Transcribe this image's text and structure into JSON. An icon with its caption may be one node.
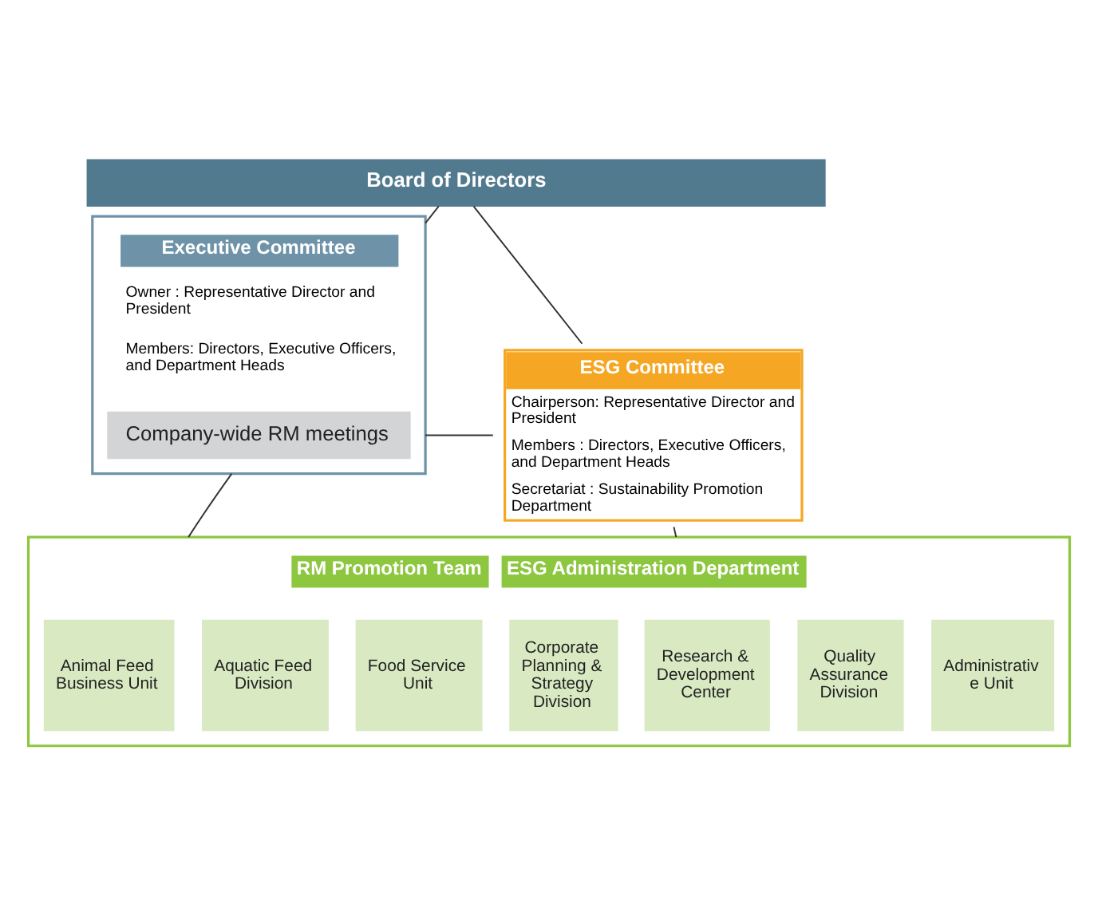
{
  "diagram": {
    "nodes": [
      {
        "text": [
          "Board of Directors"
        ]
      },
      {
        "text": [
          "Executive Committee",
          "Owner : Representative Director and President",
          "Members: Directors, Executive Officers, and Department Heads"
        ]
      },
      {
        "text": [
          "Company-wide RM meetings"
        ],
        "in": 1
      },
      {
        "text": [
          "ESG Committee",
          "Chairperson: Representative Director and President",
          "Members : Directors, Executive Officers, and Department Heads",
          "Secretariat : Sustainability Promotion Department"
        ]
      },
      {
        "text": [
          "RM Promotion Team",
          "ESG Administration Department"
        ]
      },
      {
        "text": [
          "Animal Feed Business Unit"
        ],
        "in": 4
      },
      {
        "text": [
          "Aquatic Feed Division"
        ],
        "in": 4
      },
      {
        "text": [
          "Food Service Unit"
        ],
        "in": 4
      },
      {
        "text": [
          "Corporate Planning & Strategy Division"
        ],
        "in": 4
      },
      {
        "text": [
          "Research & Development Center"
        ],
        "in": 4
      },
      {
        "text": [
          "Quality Assurance Division"
        ],
        "in": 4
      },
      {
        "text": [
          "Administrative Unit"
        ],
        "in": 4
      }
    ],
    "edges": [
      {
        "from": 0,
        "to": 1,
        "arrow": "none"
      },
      {
        "from": 0,
        "to": 3,
        "arrow": "none"
      },
      {
        "from": 1,
        "to": 3,
        "arrow": "none"
      },
      {
        "from": 1,
        "to": 4,
        "arrow": "none"
      },
      {
        "from": 3,
        "to": 4,
        "arrow": "none"
      }
    ]
  }
}
